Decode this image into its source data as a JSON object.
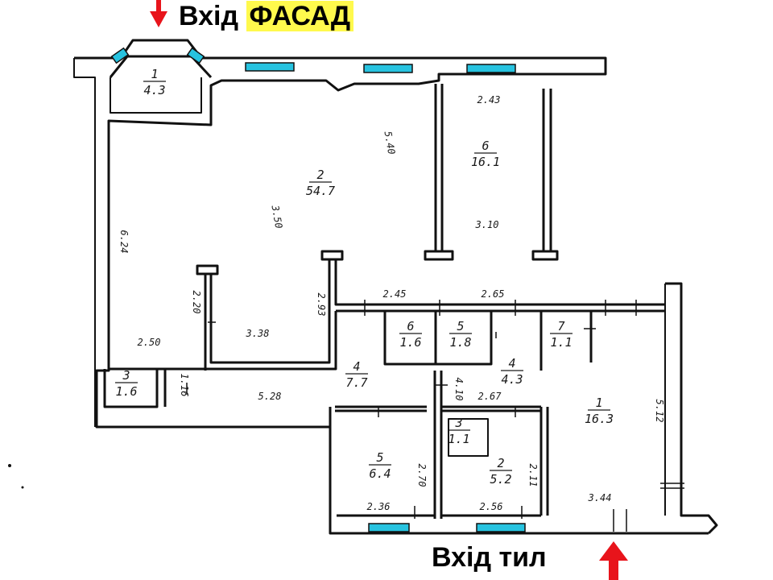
{
  "entrances": {
    "facade_prefix": "Вхід",
    "facade_highlight": "ФАСАД",
    "rear": "Вхід тил",
    "arrow_color": "#e8141b",
    "highlight_color": "#fff94d"
  },
  "window_color": "#27c3e0",
  "rooms": [
    {
      "key": "r1_top",
      "num": "1",
      "area": "4.3"
    },
    {
      "key": "r2_main",
      "num": "2",
      "area": "54.7"
    },
    {
      "key": "r6_right",
      "num": "6",
      "area": "16.1"
    },
    {
      "key": "r6_small",
      "num": "6",
      "area": "1.6"
    },
    {
      "key": "r5_small",
      "num": "5",
      "area": "1.8"
    },
    {
      "key": "r7",
      "num": "7",
      "area": "1.1"
    },
    {
      "key": "r3_left",
      "num": "3",
      "area": "1.6"
    },
    {
      "key": "r4_corr",
      "num": "4",
      "area": "7.7"
    },
    {
      "key": "r4_mid",
      "num": "4",
      "area": "4.3"
    },
    {
      "key": "r1_rear",
      "num": "1",
      "area": "16.3"
    },
    {
      "key": "r5_bottom",
      "num": "5",
      "area": "6.4"
    },
    {
      "key": "r3_tiny",
      "num": "3",
      "area": "1.1"
    },
    {
      "key": "r2_bottom",
      "num": "2",
      "area": "5.2"
    }
  ],
  "dimensions": [
    {
      "key": "d_243",
      "text": "2.43"
    },
    {
      "key": "d_540",
      "text": "5.40"
    },
    {
      "key": "d_350",
      "text": "3.50"
    },
    {
      "key": "d_310",
      "text": "3.10"
    },
    {
      "key": "d_624",
      "text": "6.24"
    },
    {
      "key": "d_220",
      "text": "2.20"
    },
    {
      "key": "d_293",
      "text": "2.93"
    },
    {
      "key": "d_245",
      "text": "2.45"
    },
    {
      "key": "d_265",
      "text": "2.65"
    },
    {
      "key": "d_250",
      "text": "2.50"
    },
    {
      "key": "d_338",
      "text": "3.38"
    },
    {
      "key": "d_116",
      "text": "1.16"
    },
    {
      "key": "d_528",
      "text": "5.28"
    },
    {
      "key": "d_410",
      "text": "4.10"
    },
    {
      "key": "d_267",
      "text": "2.67"
    },
    {
      "key": "d_512",
      "text": "5.12"
    },
    {
      "key": "d_270",
      "text": "2.70"
    },
    {
      "key": "d_211",
      "text": "2.11"
    },
    {
      "key": "d_236",
      "text": "2.36"
    },
    {
      "key": "d_256",
      "text": "2.56"
    },
    {
      "key": "d_344",
      "text": "3.44"
    }
  ]
}
